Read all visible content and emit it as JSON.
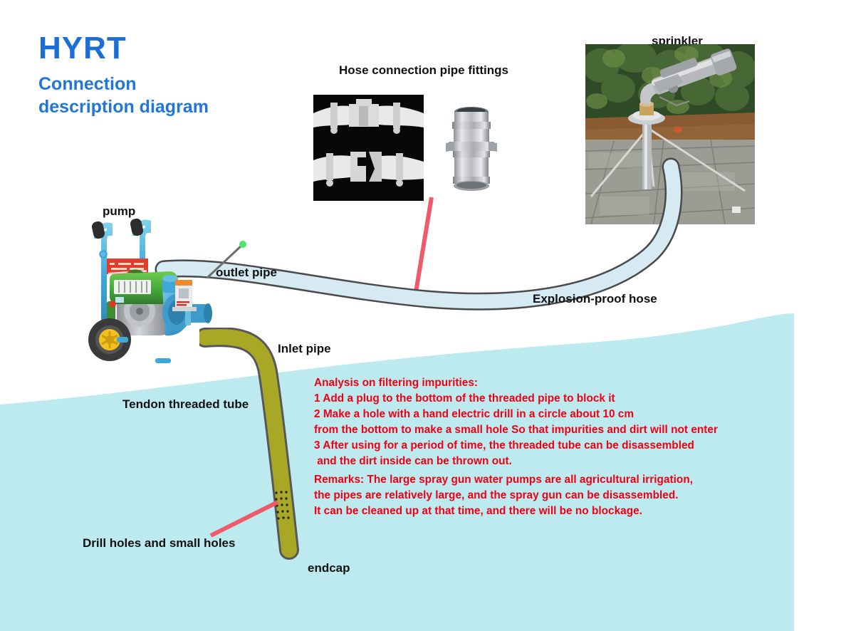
{
  "header": {
    "brand": "HYRT",
    "subtitle_line1": "Connection",
    "subtitle_line2": "description diagram"
  },
  "labels": {
    "pump": "pump",
    "outlet_pipe": "outlet pipe",
    "inlet_pipe": "Inlet pipe",
    "tendon_threaded_tube": "Tendon threaded tube",
    "drill_holes": "Drill holes and small holes",
    "endcap": "endcap",
    "explosion_proof_hose": "Explosion-proof hose",
    "hose_fittings": "Hose connection pipe fittings",
    "sprinkler": "sprinkler"
  },
  "notes": {
    "analysis": "Analysis on filtering impurities:\n1 Add a plug to the bottom of the threaded pipe to block it\n2 Make a hole with a hand electric drill in a circle about 10 cm\nfrom the bottom to make a small hole So that impurities and dirt will not enter\n3 After using for a period of time, the threaded tube can be disassembled\n and the dirt inside can be thrown out.",
    "remarks": "Remarks: The large spray gun water pumps are all agricultural irrigation,\nthe pipes are relatively large, and the spray gun can be disassembled.\nIt can be cleaned up at that time, and there will be no blockage."
  },
  "colors": {
    "brand_blue": "#1b6fd4",
    "subtitle_blue": "#2176d8",
    "note_red": "#f00014",
    "water_cyan": "#bdeaee",
    "hose_fill": "#d6eaf4",
    "hose_outline": "#4a4a4a",
    "tube_olive": "#a9a826",
    "tube_outline": "#585858",
    "pointer_salmon": "#ef5a6b",
    "label_black": "#111111",
    "pump_frame_blue": "#3fa8d8",
    "engine_green": "#46a83c",
    "wheel_yellow": "#f2c21a"
  },
  "icons": {
    "pointer_line": "pointer-line",
    "drill_hole": "drill-hole-dot"
  }
}
